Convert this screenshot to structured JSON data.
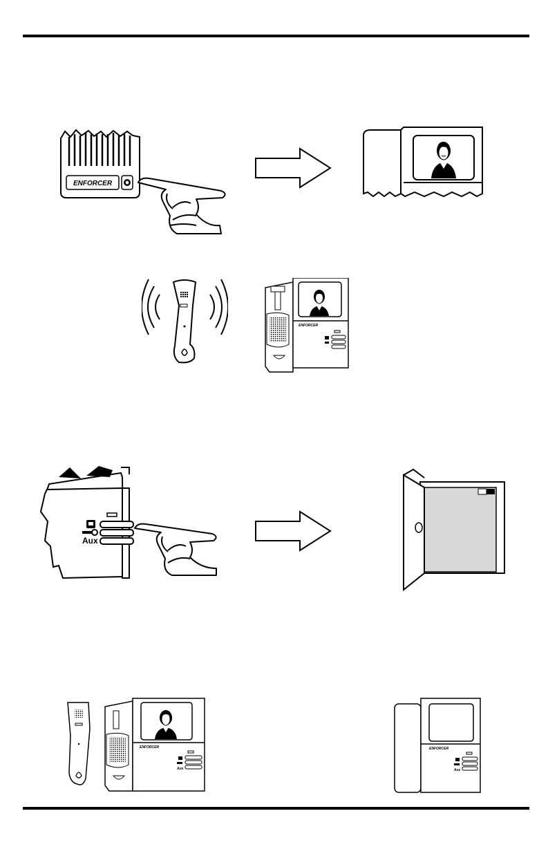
{
  "brand": {
    "panel_logo": "ENFORCER",
    "monitor_logo": "ENFORCER"
  },
  "monitor": {
    "aux_label": "Aux"
  },
  "icons": {
    "call_button": "bell-icon",
    "arrow": "right-arrow-icon",
    "handset_ring": "ringing-handset-icon",
    "talk_button": "handset-icon",
    "unlock_button": "key-icon",
    "door": "open-door-icon"
  },
  "colors": {
    "ink": "#000000",
    "door_opening": "#d8d8d8",
    "paper": "#ffffff"
  }
}
